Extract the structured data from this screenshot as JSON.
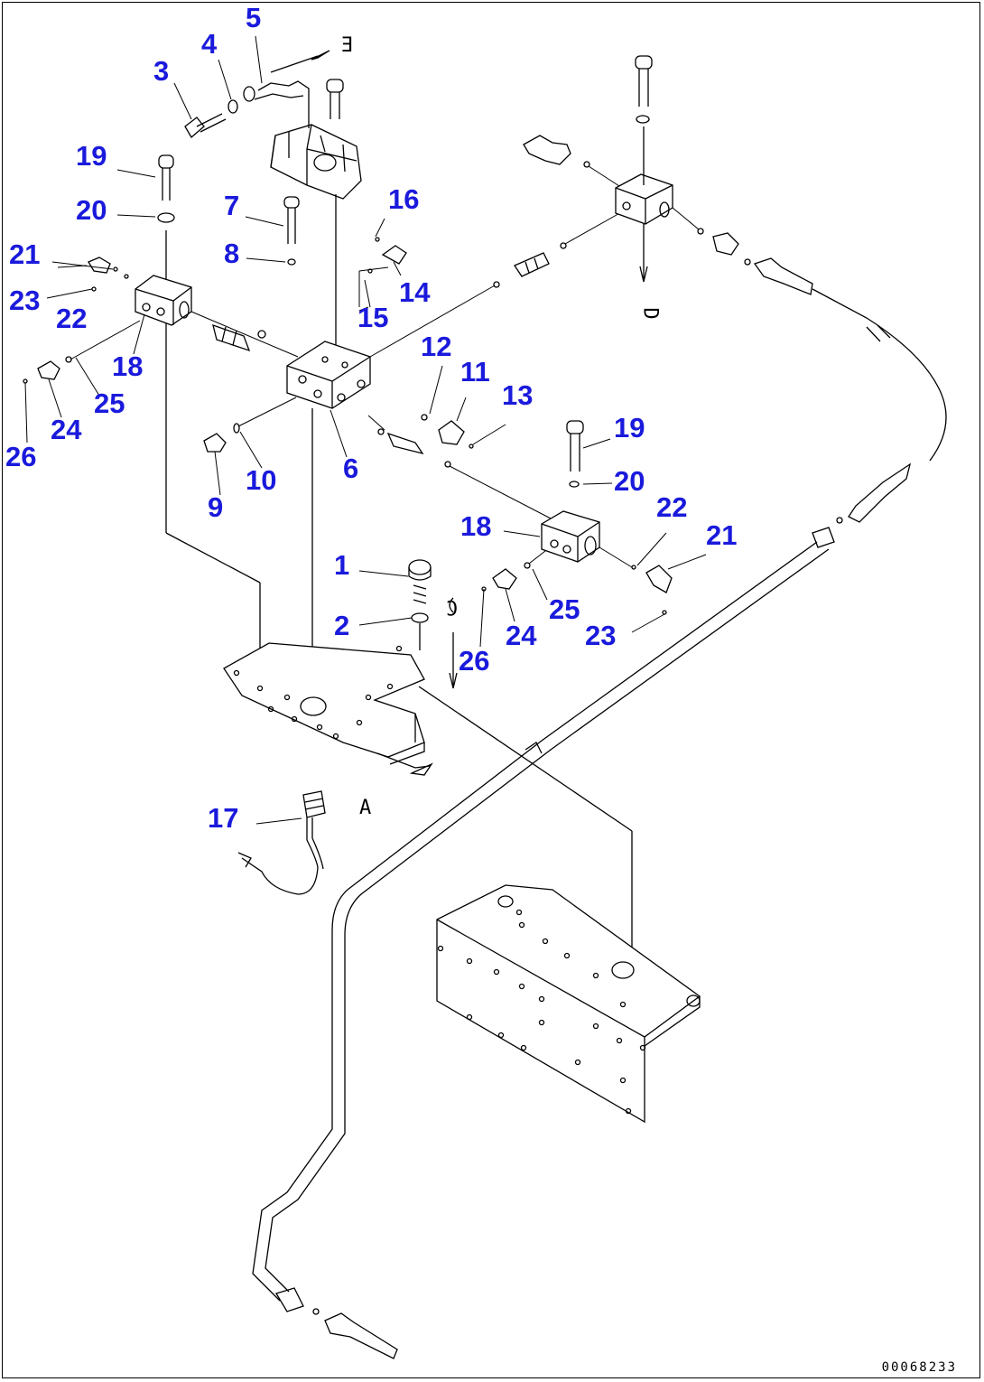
{
  "figure": {
    "drawing_code": "00068233",
    "callout_color": "#1a1adc",
    "line_color": "#000000",
    "background": "#ffffff"
  },
  "callouts": {
    "c1": "1",
    "c2": "2",
    "c3": "3",
    "c4": "4",
    "c5": "5",
    "c6": "6",
    "c7": "7",
    "c8": "8",
    "c9": "9",
    "c10": "10",
    "c11": "11",
    "c12": "12",
    "c13": "13",
    "c14": "14",
    "c15": "15",
    "c16": "16",
    "c17": "17",
    "c18a": "18",
    "c18b": "18",
    "c19a": "19",
    "c19b": "19",
    "c20a": "20",
    "c20b": "20",
    "c21a": "21",
    "c21b": "21",
    "c22a": "22",
    "c22b": "22",
    "c23a": "23",
    "c23b": "23",
    "c24a": "24",
    "c24b": "24",
    "c25a": "25",
    "c25b": "25",
    "c26a": "26",
    "c26b": "26"
  },
  "connection_letters": {
    "e_top": "E",
    "d_right": "D",
    "c_middle": "C",
    "a_bottom": "A"
  }
}
